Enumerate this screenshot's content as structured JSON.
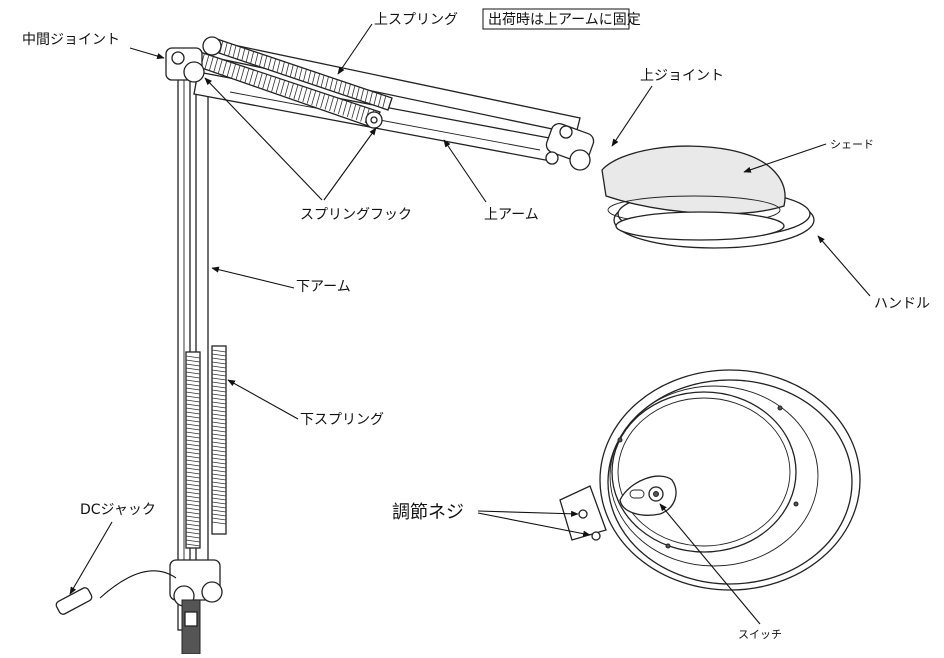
{
  "labels": {
    "middle_joint": "中間ジョイント",
    "upper_spring": "上スプリング",
    "upper_spring_note": "出荷時は上アームに固定",
    "upper_joint": "上ジョイント",
    "shade": "シェード",
    "spring_hook": "スプリングフック",
    "upper_arm": "上アーム",
    "handle": "ハンドル",
    "lower_arm": "下アーム",
    "lower_spring": "下スプリング",
    "adjust_screw": "調節ネジ",
    "dc_jack": "DCジャック",
    "switch": "スイッチ"
  }
}
